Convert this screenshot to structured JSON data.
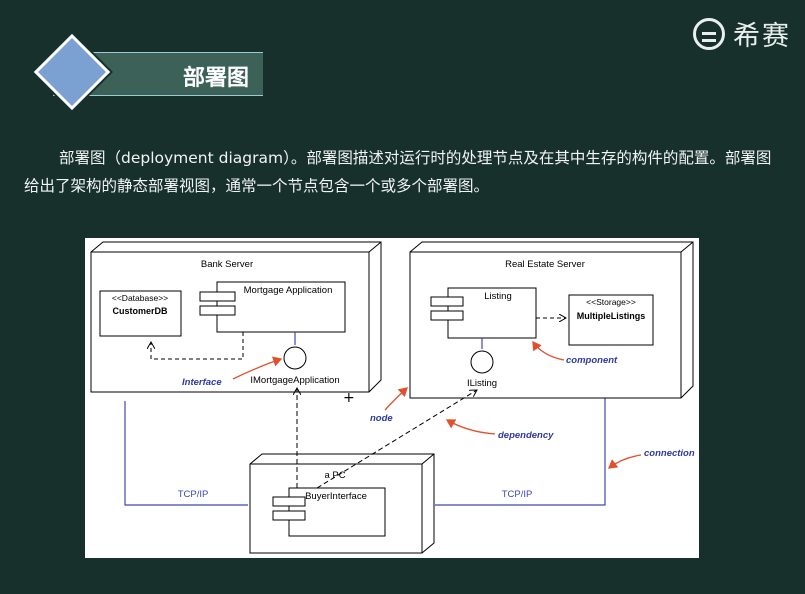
{
  "brand": {
    "name": "希赛"
  },
  "title": "部署图",
  "paragraph": "部署图（deployment diagram）。部署图描述对运行时的处理节点及在其中生存的构件的配置。部署图给出了架构的静态部署视图，通常一个节点包含一个或多个部署图。",
  "diagram": {
    "bank_server": "Bank Server",
    "database_stereo": "<<Database>>",
    "customer_db": "CustomerDB",
    "mortgage_app": "Mortgage Application",
    "imortgage": "IMortgageApplication",
    "real_estate_server": "Real Estate Server",
    "listing": "Listing",
    "storage_stereo": "<<Storage>>",
    "multiple_listings": "MultipleListings",
    "ilisting": "IListing",
    "a_pc": "a PC",
    "buyer_interface": "BuyerInterface",
    "tcpip_left": "TCP/IP",
    "tcpip_right": "TCP/IP",
    "annotations": {
      "interface": "Interface",
      "component": "component",
      "node": "node",
      "dependency": "dependency",
      "connection": "connection"
    },
    "colors": {
      "line": "#3f48b0",
      "annotation": "#2d3aa0",
      "arrow": "#e0502b"
    }
  }
}
